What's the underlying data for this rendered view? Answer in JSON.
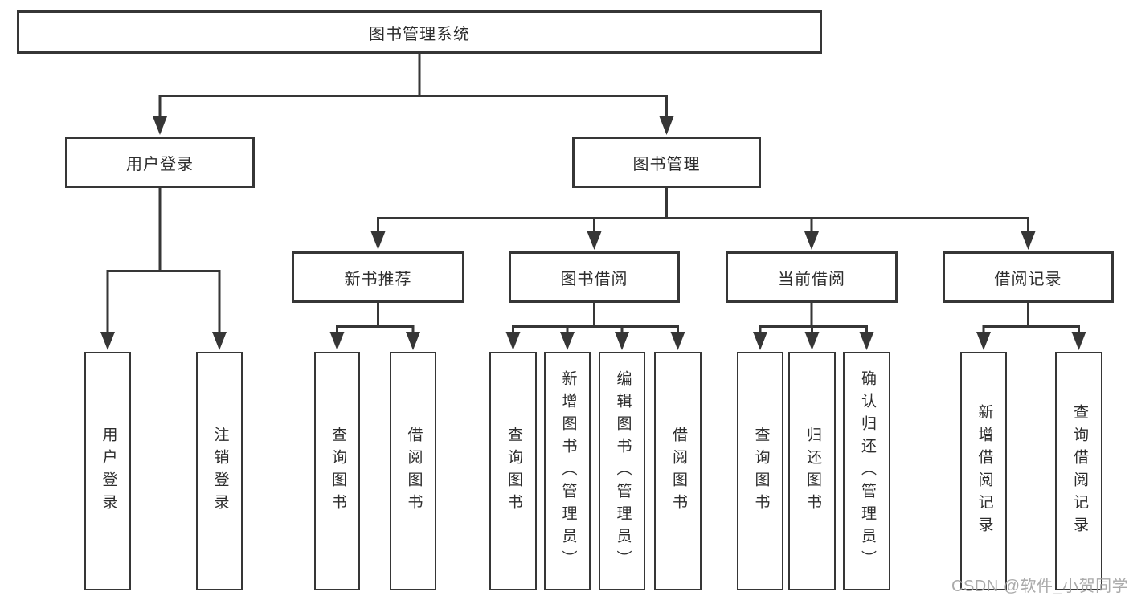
{
  "tree": {
    "root": "图书管理系统",
    "branches": [
      {
        "label": "用户登录",
        "children": [
          "用户登录",
          "注销登录"
        ]
      },
      {
        "label": "图书管理",
        "groups": [
          {
            "label": "新书推荐",
            "children": [
              "查询图书",
              "借阅图书"
            ]
          },
          {
            "label": "图书借阅",
            "children": [
              "查询图书",
              "新增图书（管理员）",
              "编辑图书（管理员）",
              "借阅图书"
            ]
          },
          {
            "label": "当前借阅",
            "children": [
              "查询图书",
              "归还图书",
              "确认归还（管理员）"
            ]
          },
          {
            "label": "借阅记录",
            "children": [
              "新增借阅记录",
              "查询借阅记录"
            ]
          }
        ]
      }
    ]
  },
  "colors": {
    "line": "#363636",
    "text": "#2d2d2d",
    "watermark_gray": "#a3a3a3"
  },
  "watermark": {
    "text": "CSDN @软件_小贺同学"
  }
}
